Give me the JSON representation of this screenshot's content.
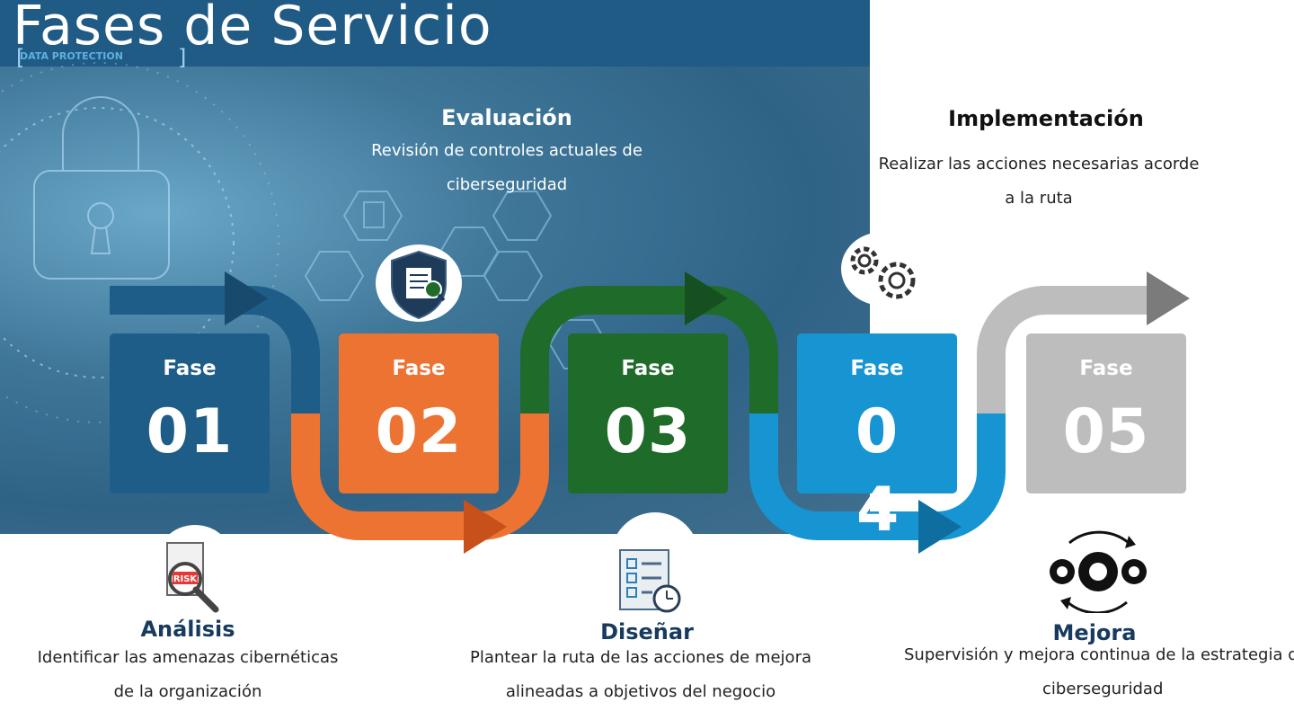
{
  "header": {
    "title": "Fases de Servicio",
    "watermark": "DATA PROTECTION"
  },
  "phases": [
    {
      "label": "Fase",
      "number": "01",
      "color": "#1d5d87",
      "title": "Análisis",
      "desc_line1": "Identificar las amenazas cibernéticas",
      "desc_line2": "de la organización",
      "icon": "risk-magnifier-icon"
    },
    {
      "label": "Fase",
      "number": "02",
      "color": "#ec7332",
      "title": "Evaluación",
      "desc_line1": "Revisión de controles actuales de",
      "desc_line2": "ciberseguridad",
      "icon": "shield-document-icon"
    },
    {
      "label": "Fase",
      "number": "03",
      "color": "#1f6b2a",
      "title": "Diseñar",
      "desc_line1": "Plantear la ruta de las acciones de mejora",
      "desc_line2": "alineadas a objetivos del negocio",
      "icon": "checklist-stopwatch-icon"
    },
    {
      "label": "Fase",
      "number": "0",
      "number_extra": "4",
      "color": "#1795d2",
      "title": "Implementación",
      "desc_line1": "Realizar las acciones necesarias acorde",
      "desc_line2": "a la ruta",
      "icon": "gears-icon"
    },
    {
      "label": "Fase",
      "number": "05",
      "color": "#bdbdbd",
      "title": "Mejora",
      "desc_line1": "Supervisión y mejora continua de la estrategia de",
      "desc_line2": "ciberseguridad",
      "icon": "gears-cycle-icon"
    }
  ]
}
